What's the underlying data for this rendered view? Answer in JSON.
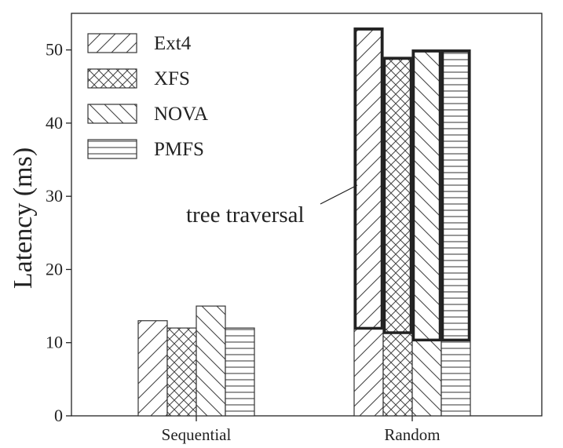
{
  "chart_data": {
    "type": "bar",
    "title": "",
    "xlabel": "",
    "ylabel": "Latency (ms)",
    "ylim": [
      0,
      55
    ],
    "yticks": [
      0,
      10,
      20,
      30,
      40,
      50
    ],
    "grid": false,
    "legend_position": "top-left",
    "categories": [
      "Sequential",
      "Random"
    ],
    "series": [
      {
        "name": "Ext4",
        "pattern": "diagonal-forward",
        "values": [
          13,
          53
        ],
        "base_portion": [
          13,
          11.8
        ]
      },
      {
        "name": "XFS",
        "pattern": "crosshatch",
        "values": [
          12,
          49
        ],
        "base_portion": [
          12,
          11.2
        ]
      },
      {
        "name": "NOVA",
        "pattern": "diagonal-back",
        "values": [
          15,
          50
        ],
        "base_portion": [
          15,
          10.2
        ]
      },
      {
        "name": "PMFS",
        "pattern": "horizontal",
        "values": [
          12,
          50
        ],
        "base_portion": [
          12,
          10.2
        ]
      }
    ],
    "annotations": [
      {
        "text": "tree traversal",
        "target_category": "Random",
        "target_series": "Ext4"
      }
    ],
    "colors": {
      "line": "#222222",
      "highlight": "#222222",
      "background": "#ffffff"
    }
  }
}
